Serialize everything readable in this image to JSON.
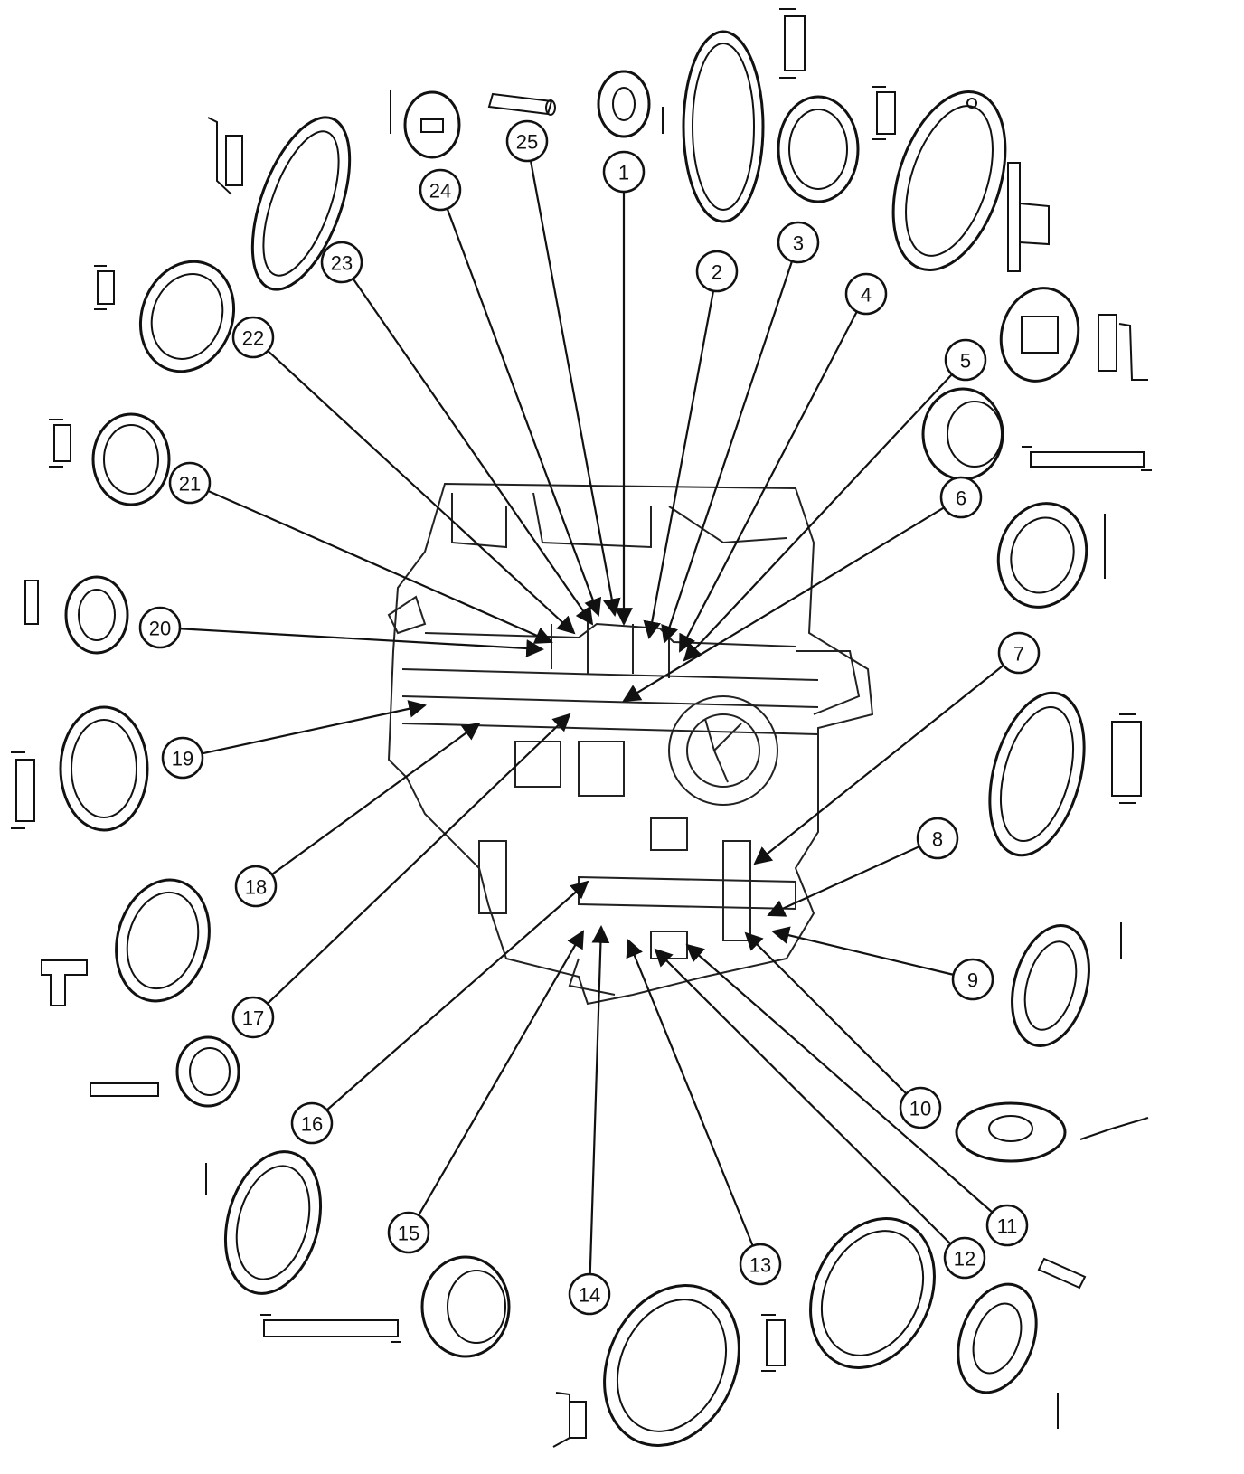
{
  "colors": {
    "ink": "#111111",
    "background": "#ffffff"
  },
  "callouts": [
    {
      "label": "1"
    },
    {
      "label": "2"
    },
    {
      "label": "3"
    },
    {
      "label": "4"
    },
    {
      "label": "5"
    },
    {
      "label": "6"
    },
    {
      "label": "7"
    },
    {
      "label": "8"
    },
    {
      "label": "9"
    },
    {
      "label": "10"
    },
    {
      "label": "11"
    },
    {
      "label": "12"
    },
    {
      "label": "13"
    },
    {
      "label": "14"
    },
    {
      "label": "15"
    },
    {
      "label": "16"
    },
    {
      "label": "17"
    },
    {
      "label": "18"
    },
    {
      "label": "19"
    },
    {
      "label": "20"
    },
    {
      "label": "21"
    },
    {
      "label": "22"
    },
    {
      "label": "23"
    },
    {
      "label": "24"
    },
    {
      "label": "25"
    }
  ]
}
